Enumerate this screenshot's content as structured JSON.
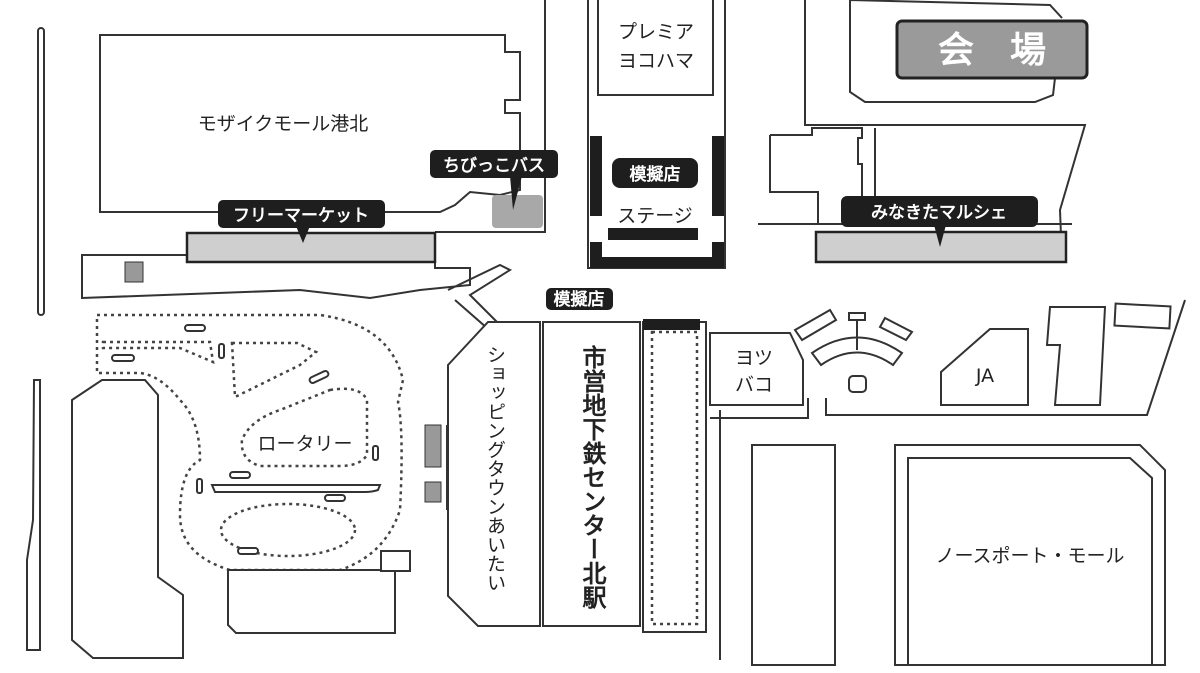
{
  "map": {
    "venue_label": "会　場",
    "buildings": {
      "mosaic_mall": "モザイクモール港北",
      "premia_line1": "プレミア",
      "premia_line2": "ヨコハマ",
      "stage": "ステージ",
      "shopping_town": "ショッピングタウンあいたい",
      "subway_station": "市営地下鉄センター北駅",
      "yotsubako_line1": "ヨツ",
      "yotsubako_line2": "バコ",
      "ja": "JA",
      "north_port_mall": "ノースポート・モール",
      "rotary": "ロータリー"
    },
    "callouts": {
      "kids_bus": "ちびっこバス",
      "flea_market": "フリーマーケット",
      "mock_shop_stage": "模擬店",
      "mock_shop_plaza": "模擬店",
      "minakita_marche": "みなきたマルシェ"
    },
    "colors": {
      "callout_bg": "#1e1e1e",
      "event_area": "#cfcfcf",
      "venue_box": "#9a9a9a"
    }
  }
}
